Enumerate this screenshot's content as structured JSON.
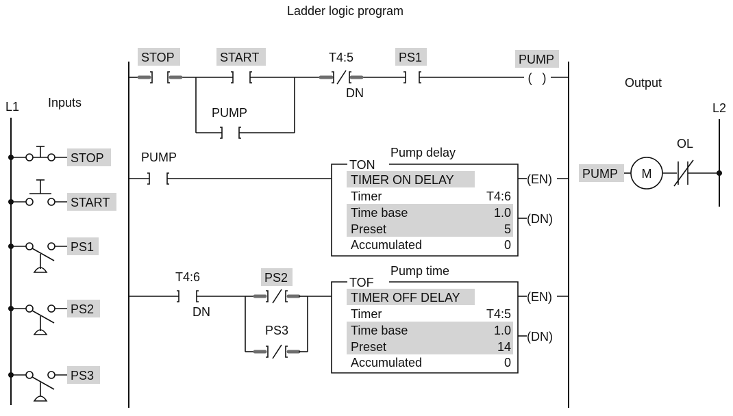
{
  "title": "Ladder logic program",
  "rails": {
    "left": "L1",
    "right": "L2"
  },
  "sections": {
    "inputs": "Inputs",
    "output": "Output"
  },
  "inputs": [
    {
      "label": "STOP",
      "type": "pushbutton-nc"
    },
    {
      "label": "START",
      "type": "pushbutton-no"
    },
    {
      "label": "PS1",
      "type": "pressure-switch"
    },
    {
      "label": "PS2",
      "type": "pressure-switch"
    },
    {
      "label": "PS3",
      "type": "pressure-switch"
    }
  ],
  "rung1": {
    "stop": "STOP",
    "start": "START",
    "pump_seal": "PUMP",
    "timer_contact": "T4:5",
    "timer_contact_bit": "DN",
    "ps1": "PS1",
    "coil": "PUMP",
    "coil_symbol": "(   )"
  },
  "rung2": {
    "contact": "PUMP",
    "block_caption": "Pump delay",
    "block_type": "TON",
    "block_title": "TIMER ON DELAY",
    "rows": [
      {
        "label": "Timer",
        "value": "T4:6"
      },
      {
        "label": "Time base",
        "value": "1.0"
      },
      {
        "label": "Preset",
        "value": "5"
      },
      {
        "label": "Accumulated",
        "value": "0"
      }
    ],
    "en": "(EN)",
    "dn": "(DN)"
  },
  "rung3": {
    "contact": "T4:6",
    "contact_bit": "DN",
    "ps2": "PS2",
    "ps3": "PS3",
    "block_caption": "Pump time",
    "block_type": "TOF",
    "block_title": "TIMER OFF DELAY",
    "rows": [
      {
        "label": "Timer",
        "value": "T4:5"
      },
      {
        "label": "Time base",
        "value": "1.0"
      },
      {
        "label": "Preset",
        "value": "14"
      },
      {
        "label": "Accumulated",
        "value": "0"
      }
    ],
    "en": "(EN)",
    "dn": "(DN)"
  },
  "output": {
    "load": "PUMP",
    "motor": "M",
    "overload": "OL"
  },
  "colors": {
    "line": "#111111",
    "highlight": "#d4d4d4",
    "active_contact": "#6e6e6e"
  }
}
